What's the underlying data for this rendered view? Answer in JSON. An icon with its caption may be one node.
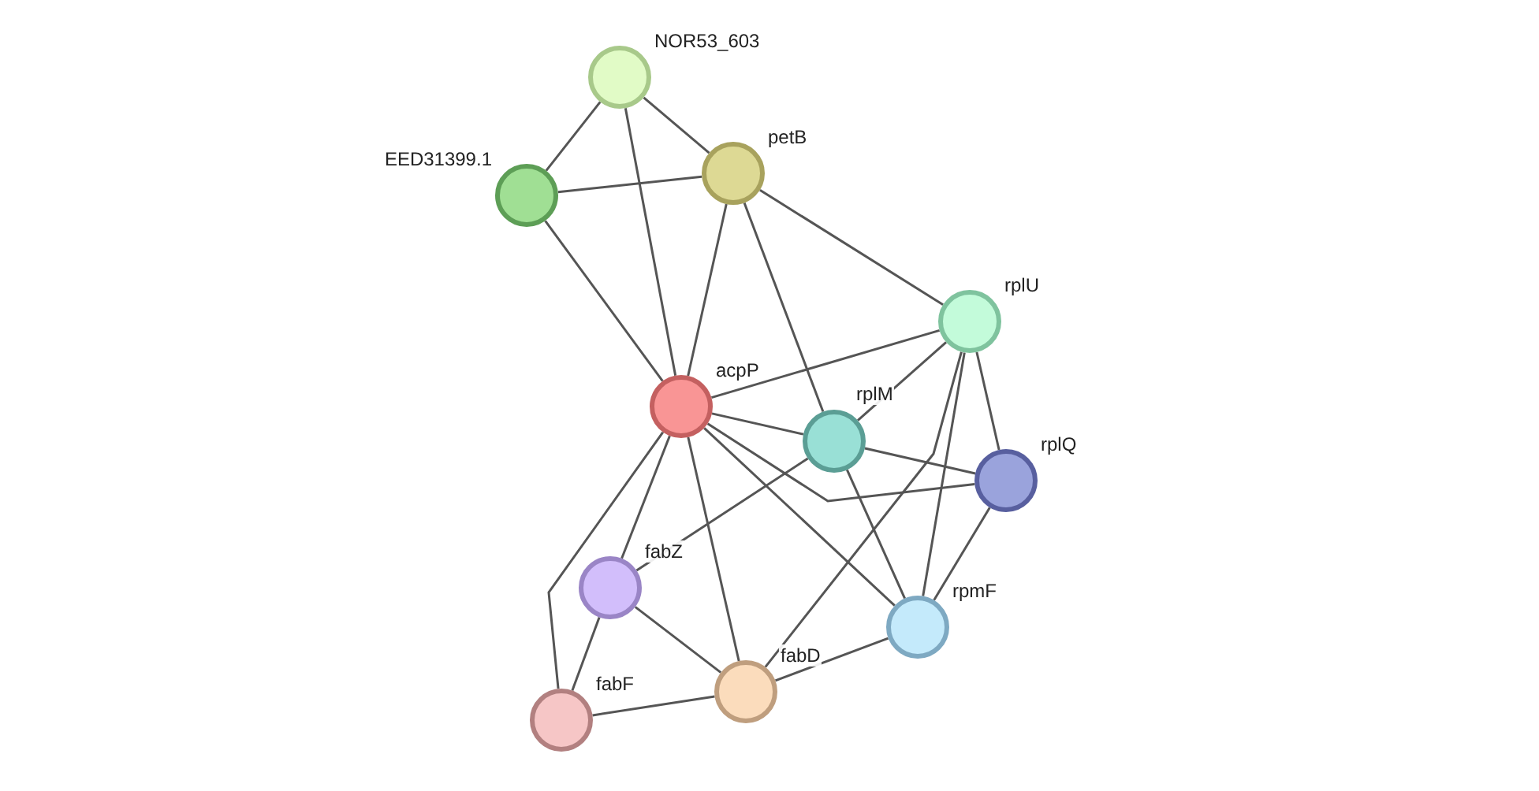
{
  "diagram": {
    "nodes": [
      {
        "text": [
          "NOR53_603"
        ]
      },
      {
        "text": [
          "EED31399.1"
        ]
      },
      {
        "text": [
          "petB"
        ]
      },
      {
        "text": [
          "rplU"
        ]
      },
      {
        "text": [
          "acpP"
        ]
      },
      {
        "text": [
          "rplM"
        ]
      },
      {
        "text": [
          "rplQ"
        ]
      },
      {
        "text": [
          "fabZ"
        ]
      },
      {
        "text": [
          "rpmF"
        ]
      },
      {
        "text": [
          "fabF"
        ]
      },
      {
        "text": [
          "fabD"
        ]
      }
    ],
    "edges": [
      {
        "from": 0,
        "to": 1,
        "arrow": "none"
      },
      {
        "from": 0,
        "to": 2,
        "arrow": "none"
      },
      {
        "from": 0,
        "to": 4,
        "arrow": "none"
      },
      {
        "from": 1,
        "to": 2,
        "arrow": "none"
      },
      {
        "from": 1,
        "to": 4,
        "arrow": "none"
      },
      {
        "from": 2,
        "to": 4,
        "arrow": "none"
      },
      {
        "from": 2,
        "to": 3,
        "arrow": "none"
      },
      {
        "from": 2,
        "to": 5,
        "arrow": "none"
      },
      {
        "from": 3,
        "to": 4,
        "arrow": "none"
      },
      {
        "from": 3,
        "to": 5,
        "arrow": "none"
      },
      {
        "from": 3,
        "to": 6,
        "arrow": "none"
      },
      {
        "from": 3,
        "to": 8,
        "arrow": "none"
      },
      {
        "from": 3,
        "to": 10,
        "arrow": "none"
      },
      {
        "from": 4,
        "to": 5,
        "arrow": "none"
      },
      {
        "from": 4,
        "to": 6,
        "arrow": "none"
      },
      {
        "from": 4,
        "to": 7,
        "arrow": "none"
      },
      {
        "from": 4,
        "to": 9,
        "arrow": "none"
      },
      {
        "from": 4,
        "to": 10,
        "arrow": "none"
      },
      {
        "from": 4,
        "to": 8,
        "arrow": "none"
      },
      {
        "from": 5,
        "to": 6,
        "arrow": "none"
      },
      {
        "from": 5,
        "to": 8,
        "arrow": "none"
      },
      {
        "from": 5,
        "to": 7,
        "arrow": "none"
      },
      {
        "from": 6,
        "to": 8,
        "arrow": "none"
      },
      {
        "from": 7,
        "to": 9,
        "arrow": "none"
      },
      {
        "from": 7,
        "to": 10,
        "arrow": "none"
      },
      {
        "from": 9,
        "to": 10,
        "arrow": "none"
      },
      {
        "from": 10,
        "to": 8,
        "arrow": "none"
      }
    ]
  }
}
